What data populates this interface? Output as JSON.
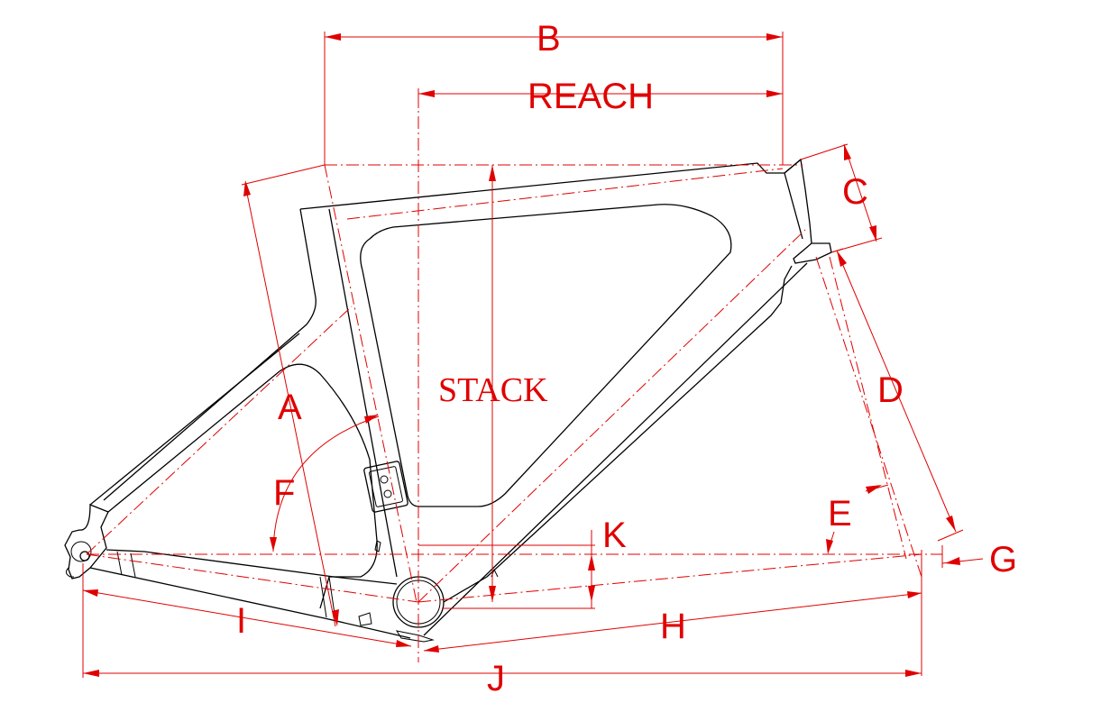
{
  "labels": {
    "b": "B",
    "reach": "REACH",
    "c": "C",
    "d": "D",
    "stack": "STACK",
    "a": "A",
    "f": "F",
    "e": "E",
    "k": "K",
    "g": "G",
    "i": "I",
    "h": "H",
    "j": "J"
  },
  "colors": {
    "dimension": "#e00000",
    "frame": "#000000",
    "background": "#ffffff"
  }
}
